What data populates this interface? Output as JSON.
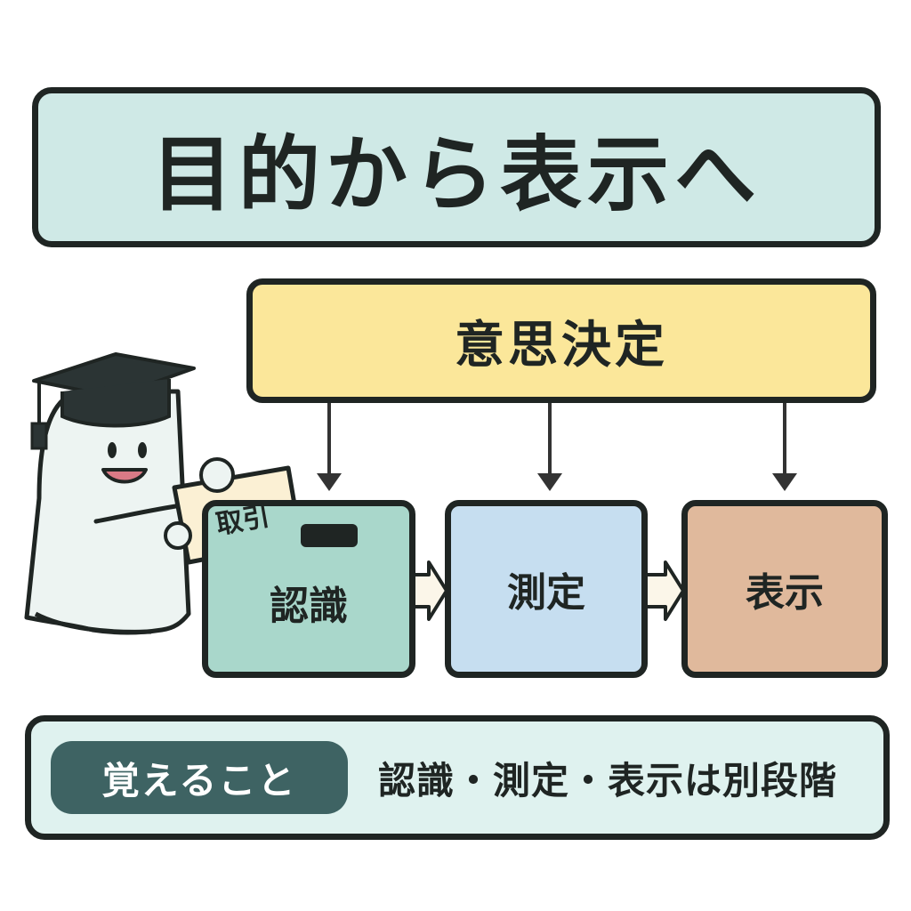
{
  "title": "目的から表示へ",
  "decision": {
    "label": "意思決定"
  },
  "steps": [
    {
      "label": "認識",
      "color": "#a9d7cb"
    },
    {
      "label": "測定",
      "color": "#c6def0"
    },
    {
      "label": "表示",
      "color": "#e0b99c"
    }
  ],
  "mascot": {
    "card_label": "取引",
    "icon": "ghost-graduate-icon"
  },
  "summary": {
    "tag": "覚えること",
    "text": "認識・測定・表示は別段階"
  },
  "colors": {
    "title_bg": "#cfe9e6",
    "decision_bg": "#fbe79a",
    "summary_bg": "#dff2ef",
    "tag_bg": "#3e6363",
    "outline": "#1f2523"
  }
}
